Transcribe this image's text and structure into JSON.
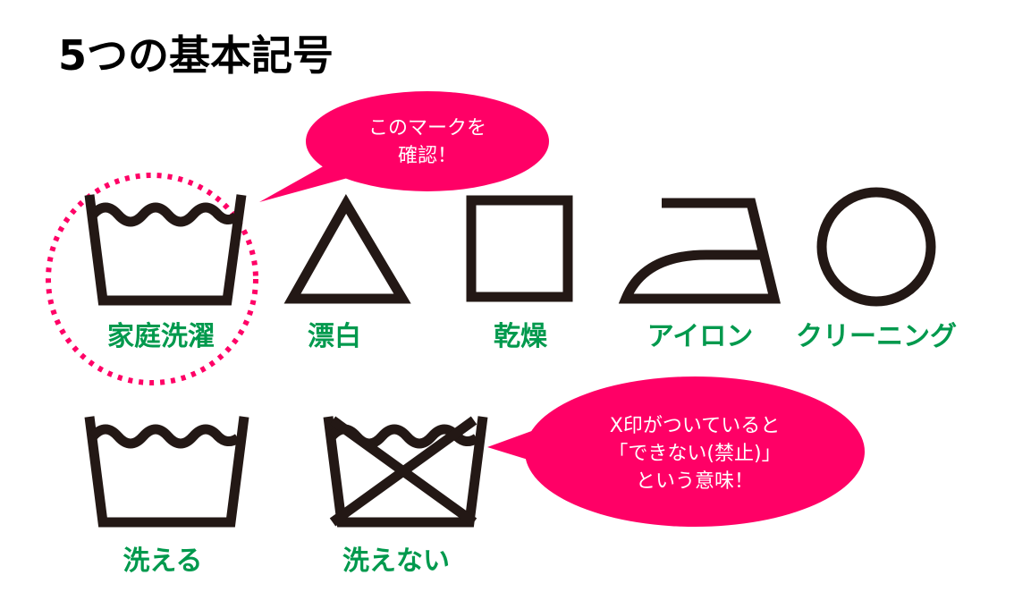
{
  "title": "5つの基本記号",
  "callout_top": {
    "lines": [
      "このマークを",
      "確認！"
    ]
  },
  "callout_bottom": {
    "lines": [
      "X印がついていると",
      "「できない(禁止)」",
      "という意味！"
    ]
  },
  "symbols": [
    {
      "label": "家庭洗濯",
      "icon": "washtub-icon"
    },
    {
      "label": "漂白",
      "icon": "triangle-icon"
    },
    {
      "label": "乾燥",
      "icon": "square-icon"
    },
    {
      "label": "アイロン",
      "icon": "iron-icon"
    },
    {
      "label": "クリーニング",
      "icon": "circle-icon"
    }
  ],
  "examples": [
    {
      "label": "洗える",
      "icon": "washtub-icon"
    },
    {
      "label": "洗えない",
      "icon": "washtub-crossed-icon"
    }
  ],
  "colors": {
    "accent": "#ff0066",
    "label": "#00994d",
    "symbol": "#231815"
  }
}
